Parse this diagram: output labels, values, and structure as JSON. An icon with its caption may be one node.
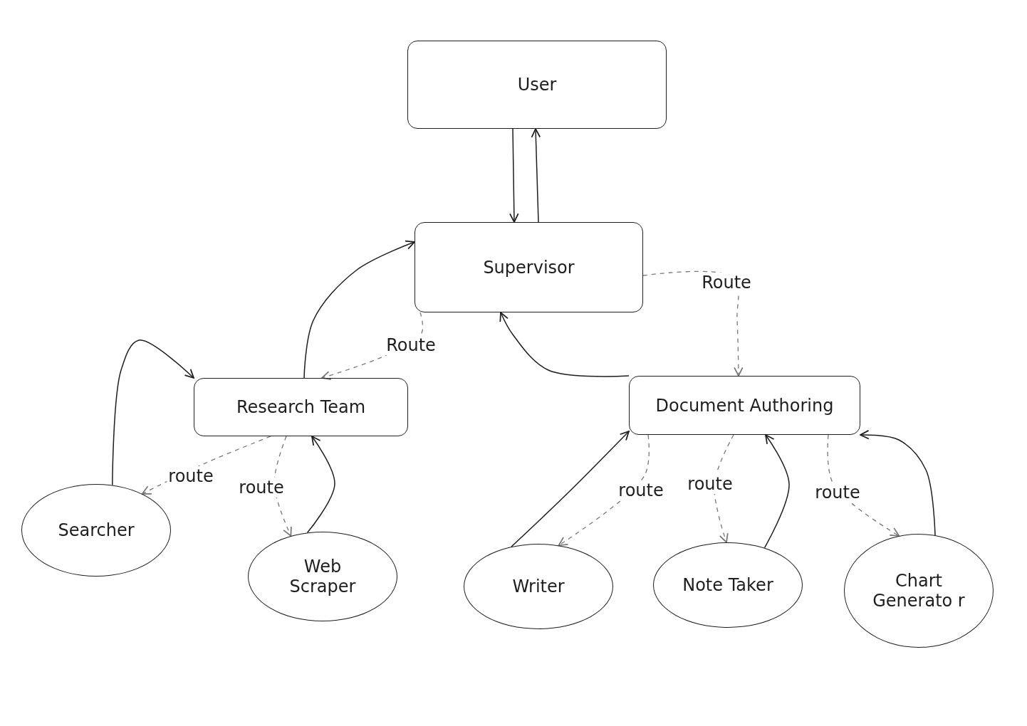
{
  "diagram": {
    "nodes": [
      {
        "text": [
          "User"
        ]
      },
      {
        "text": [
          "Supervisor"
        ]
      },
      {
        "text": [
          "Research Team"
        ]
      },
      {
        "text": [
          "Document Authoring"
        ]
      },
      {
        "text": [
          "Searcher"
        ]
      },
      {
        "text": [
          "Web Scraper"
        ]
      },
      {
        "text": [
          "Writer"
        ]
      },
      {
        "text": [
          "Note Taker"
        ]
      },
      {
        "text": [
          "Chart Generato r"
        ]
      }
    ],
    "edges": [
      {
        "from": 0,
        "to": 1,
        "arrow": "to"
      },
      {
        "from": 1,
        "to": 0,
        "arrow": "to"
      },
      {
        "from": 1,
        "to": 2,
        "arrow": "to",
        "label": "Route",
        "style": "dashed",
        "color": "#777777"
      },
      {
        "from": 2,
        "to": 1,
        "arrow": "to"
      },
      {
        "from": 1,
        "to": 3,
        "arrow": "to",
        "label": "Route",
        "style": "dashed",
        "color": "#777777"
      },
      {
        "from": 3,
        "to": 1,
        "arrow": "to"
      },
      {
        "from": 2,
        "to": 4,
        "arrow": "to",
        "label": "route",
        "style": "dashed",
        "color": "#777777"
      },
      {
        "from": 4,
        "to": 2,
        "arrow": "to"
      },
      {
        "from": 2,
        "to": 5,
        "arrow": "to",
        "label": "route",
        "style": "dashed",
        "color": "#777777"
      },
      {
        "from": 5,
        "to": 2,
        "arrow": "to"
      },
      {
        "from": 3,
        "to": 6,
        "arrow": "to",
        "label": "route",
        "style": "dashed",
        "color": "#777777"
      },
      {
        "from": 6,
        "to": 3,
        "arrow": "to"
      },
      {
        "from": 3,
        "to": 7,
        "arrow": "to",
        "label": "route",
        "style": "dashed",
        "color": "#777777"
      },
      {
        "from": 7,
        "to": 3,
        "arrow": "to"
      },
      {
        "from": 3,
        "to": 8,
        "arrow": "to",
        "label": "route",
        "style": "dashed",
        "color": "#777777"
      },
      {
        "from": 8,
        "to": 3,
        "arrow": "to"
      }
    ]
  }
}
